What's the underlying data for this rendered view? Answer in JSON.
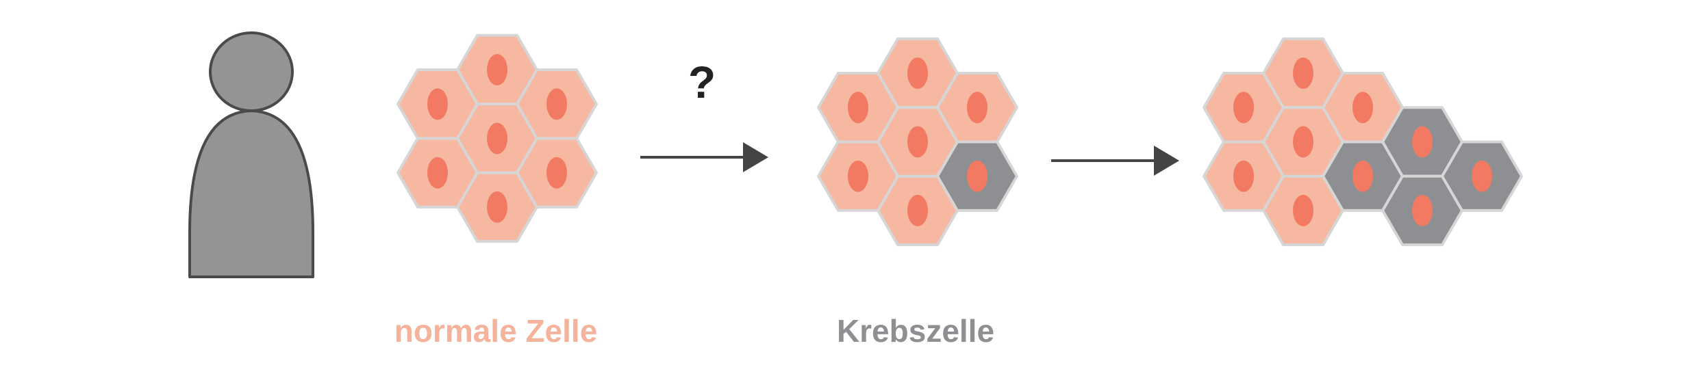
{
  "labels": {
    "question": "?",
    "normal_cell": "normale Zelle",
    "cancer_cell": "Krebszelle"
  },
  "colors": {
    "normal_fill": "#f7b8a2",
    "nucleus": "#f27a62",
    "cancer_fill": "#8e8f92",
    "cell_stroke": "#d6d6d6",
    "person_fill": "#939496",
    "person_stroke": "#4a4a4a",
    "arrow": "#444444",
    "normal_label": "#f5b39b",
    "cancer_label": "#8e8f92",
    "question_color": "#222222"
  },
  "icons": [
    "person-icon",
    "arrow-right-icon"
  ],
  "stages": [
    {
      "id": "normal-tissue",
      "cancer_cells": 0,
      "total_cells": 7
    },
    {
      "id": "first-cancer-cell",
      "cancer_cells": 1,
      "total_cells": 7
    },
    {
      "id": "tumor-growth",
      "cancer_cells": 4,
      "total_cells": 10
    }
  ]
}
